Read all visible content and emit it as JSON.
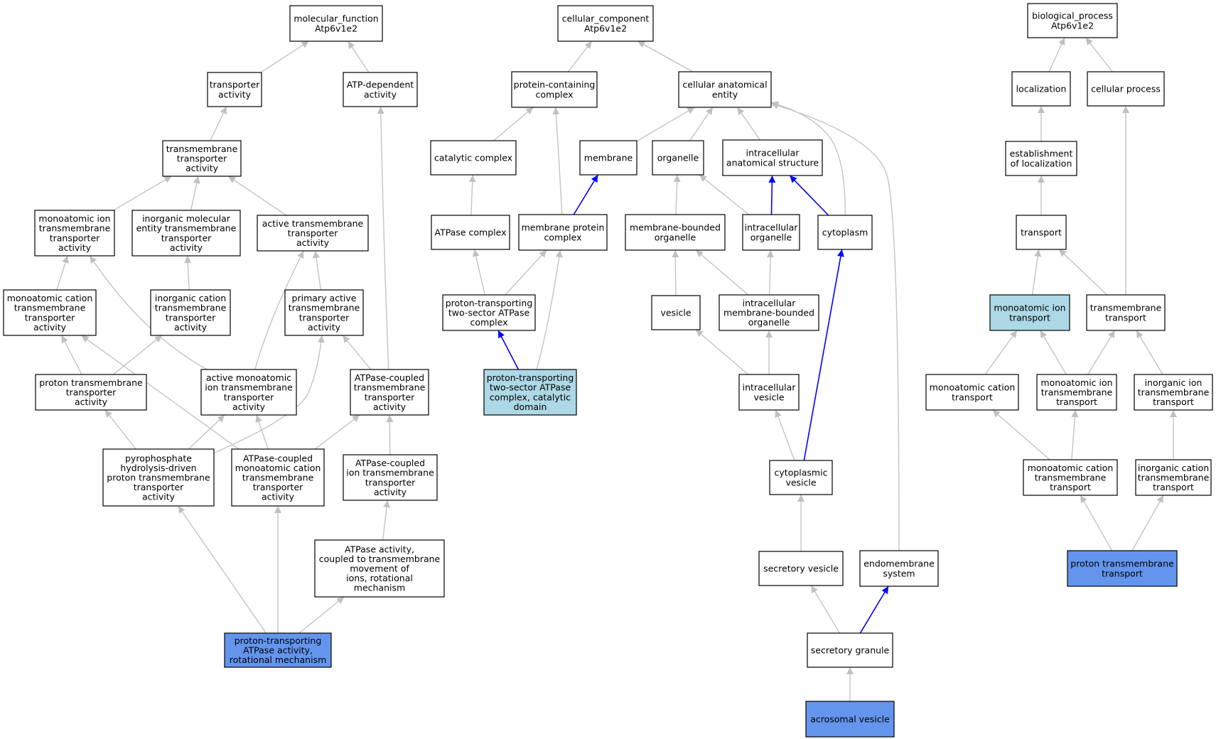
{
  "colors": {
    "background": "#ffffff",
    "node_border": "#000000",
    "edge_gray": "#c0c0c0",
    "edge_blue": "#0000ff",
    "highlight_light": "#add8e6",
    "highlight_strong": "#6495ed"
  },
  "graph": {
    "nodes": [
      {
        "id": "mf",
        "lines": [
          "molecular_function",
          "Atp6v1e2"
        ]
      },
      {
        "id": "mf_transporter",
        "lines": [
          "transporter",
          "activity"
        ]
      },
      {
        "id": "mf_atpdep",
        "lines": [
          "ATP-dependent",
          "activity"
        ]
      },
      {
        "id": "mf_tm_transporter",
        "lines": [
          "transmembrane",
          "transporter",
          "activity"
        ]
      },
      {
        "id": "mf_monoion",
        "lines": [
          "monoatomic ion",
          "transmembrane",
          "transporter",
          "activity"
        ]
      },
      {
        "id": "mf_inorgmol",
        "lines": [
          "inorganic molecular",
          "entity transmembrane",
          "transporter",
          "activity"
        ]
      },
      {
        "id": "mf_active_tm",
        "lines": [
          "active transmembrane",
          "transporter",
          "activity"
        ]
      },
      {
        "id": "mf_monocation",
        "lines": [
          "monoatomic cation",
          "transmembrane",
          "transporter",
          "activity"
        ]
      },
      {
        "id": "mf_inorgcation",
        "lines": [
          "inorganic cation",
          "transmembrane",
          "transporter",
          "activity"
        ]
      },
      {
        "id": "mf_primary_active",
        "lines": [
          "primary active",
          "transmembrane",
          "transporter",
          "activity"
        ]
      },
      {
        "id": "mf_proton_tm",
        "lines": [
          "proton transmembrane",
          "transporter",
          "activity"
        ]
      },
      {
        "id": "mf_active_monoion",
        "lines": [
          "active monoatomic",
          "ion transmembrane",
          "transporter",
          "activity"
        ]
      },
      {
        "id": "mf_atpase_coupled_tm",
        "lines": [
          "ATPase-coupled",
          "transmembrane",
          "transporter",
          "activity"
        ]
      },
      {
        "id": "mf_pyrophosphate",
        "lines": [
          "pyrophosphate",
          "hydrolysis-driven",
          "proton transmembrane",
          "transporter",
          "activity"
        ]
      },
      {
        "id": "mf_atpase_monocation",
        "lines": [
          "ATPase-coupled",
          "monoatomic cation",
          "transmembrane",
          "transporter",
          "activity"
        ]
      },
      {
        "id": "mf_atpase_ion",
        "lines": [
          "ATPase-coupled",
          "ion transmembrane",
          "transporter",
          "activity"
        ]
      },
      {
        "id": "mf_atpase_rot",
        "lines": [
          "ATPase activity,",
          "coupled to transmembrane",
          "movement of",
          "ions, rotational",
          "mechanism"
        ]
      },
      {
        "id": "mf_proton_atpase",
        "lines": [
          "proton-transporting",
          "ATPase activity,",
          "rotational mechanism"
        ],
        "fill": "strong"
      },
      {
        "id": "cc",
        "lines": [
          "cellular_component",
          "Atp6v1e2"
        ]
      },
      {
        "id": "cc_protein_complex",
        "lines": [
          "protein-containing",
          "complex"
        ]
      },
      {
        "id": "cc_anat_entity",
        "lines": [
          "cellular anatomical",
          "entity"
        ]
      },
      {
        "id": "cc_catalytic",
        "lines": [
          "catalytic complex"
        ]
      },
      {
        "id": "cc_membrane",
        "lines": [
          "membrane"
        ]
      },
      {
        "id": "cc_organelle",
        "lines": [
          "organelle"
        ]
      },
      {
        "id": "cc_intra_anat",
        "lines": [
          "intracellular",
          "anatomical structure"
        ]
      },
      {
        "id": "cc_atpase_complex",
        "lines": [
          "ATPase complex"
        ]
      },
      {
        "id": "cc_mem_protein",
        "lines": [
          "membrane protein",
          "complex"
        ]
      },
      {
        "id": "cc_mem_bounded",
        "lines": [
          "membrane-bounded",
          "organelle"
        ]
      },
      {
        "id": "cc_intra_org",
        "lines": [
          "intracellular",
          "organelle"
        ]
      },
      {
        "id": "cc_cytoplasm",
        "lines": [
          "cytoplasm"
        ]
      },
      {
        "id": "cc_proton_two",
        "lines": [
          "proton-transporting",
          "two-sector ATPase",
          "complex"
        ]
      },
      {
        "id": "cc_vesicle",
        "lines": [
          "vesicle"
        ]
      },
      {
        "id": "cc_intra_mem_org",
        "lines": [
          "intracellular",
          "membrane-bounded",
          "organelle"
        ]
      },
      {
        "id": "cc_proton_cat",
        "lines": [
          "proton-transporting",
          "two-sector ATPase",
          "complex, catalytic",
          "domain"
        ],
        "fill": "light"
      },
      {
        "id": "cc_intra_vesicle",
        "lines": [
          "intracellular",
          "vesicle"
        ]
      },
      {
        "id": "cc_cyto_vesicle",
        "lines": [
          "cytoplasmic",
          "vesicle"
        ]
      },
      {
        "id": "cc_secretory_vesicle",
        "lines": [
          "secretory vesicle"
        ]
      },
      {
        "id": "cc_endomembrane",
        "lines": [
          "endomembrane",
          "system"
        ]
      },
      {
        "id": "cc_secretory_granule",
        "lines": [
          "secretory granule"
        ]
      },
      {
        "id": "cc_acrosomal",
        "lines": [
          "acrosomal vesicle"
        ],
        "fill": "strong"
      },
      {
        "id": "bp",
        "lines": [
          "biological_process",
          "Atp6v1e2"
        ]
      },
      {
        "id": "bp_localization",
        "lines": [
          "localization"
        ]
      },
      {
        "id": "bp_cell_process",
        "lines": [
          "cellular process"
        ]
      },
      {
        "id": "bp_establish",
        "lines": [
          "establishment",
          "of localization"
        ]
      },
      {
        "id": "bp_transport",
        "lines": [
          "transport"
        ]
      },
      {
        "id": "bp_monoion_transport",
        "lines": [
          "monoatomic ion",
          "transport"
        ],
        "fill": "light"
      },
      {
        "id": "bp_tm_transport",
        "lines": [
          "transmembrane",
          "transport"
        ]
      },
      {
        "id": "bp_monocation_transport",
        "lines": [
          "monoatomic cation",
          "transport"
        ]
      },
      {
        "id": "bp_monoion_tm",
        "lines": [
          "monoatomic ion",
          "transmembrane",
          "transport"
        ]
      },
      {
        "id": "bp_inorgion_tm",
        "lines": [
          "inorganic ion",
          "transmembrane",
          "transport"
        ]
      },
      {
        "id": "bp_monocation_tm",
        "lines": [
          "monoatomic cation",
          "transmembrane",
          "transport"
        ]
      },
      {
        "id": "bp_inorgcation_tm",
        "lines": [
          "inorganic cation",
          "transmembrane",
          "transport"
        ]
      },
      {
        "id": "bp_proton_tm",
        "lines": [
          "proton transmembrane",
          "transport"
        ],
        "fill": "strong"
      }
    ],
    "edges": [
      {
        "from": "mf_transporter",
        "to": "mf",
        "color": "gray"
      },
      {
        "from": "mf_atpdep",
        "to": "mf",
        "color": "gray"
      },
      {
        "from": "mf_tm_transporter",
        "to": "mf_transporter",
        "color": "gray"
      },
      {
        "from": "mf_monoion",
        "to": "mf_tm_transporter",
        "color": "gray"
      },
      {
        "from": "mf_inorgmol",
        "to": "mf_tm_transporter",
        "color": "gray"
      },
      {
        "from": "mf_active_tm",
        "to": "mf_tm_transporter",
        "color": "gray"
      },
      {
        "from": "mf_monocation",
        "to": "mf_monoion",
        "color": "gray"
      },
      {
        "from": "mf_inorgcation",
        "to": "mf_inorgmol",
        "color": "gray"
      },
      {
        "from": "mf_primary_active",
        "to": "mf_active_tm",
        "color": "gray"
      },
      {
        "from": "mf_proton_tm",
        "to": "mf_monocation",
        "color": "gray"
      },
      {
        "from": "mf_proton_tm",
        "to": "mf_inorgcation",
        "color": "gray"
      },
      {
        "from": "mf_active_monoion",
        "to": "mf_monoion",
        "color": "gray"
      },
      {
        "from": "mf_active_monoion",
        "to": "mf_active_tm",
        "color": "gray"
      },
      {
        "from": "mf_atpase_coupled_tm",
        "to": "mf_primary_active",
        "color": "gray"
      },
      {
        "from": "mf_atpase_coupled_tm",
        "to": "mf_atpdep",
        "color": "gray"
      },
      {
        "from": "mf_pyrophosphate",
        "to": "mf_proton_tm",
        "color": "gray"
      },
      {
        "from": "mf_pyrophosphate",
        "to": "mf_active_monoion",
        "color": "gray"
      },
      {
        "from": "mf_pyrophosphate",
        "to": "mf_primary_active",
        "color": "gray"
      },
      {
        "from": "mf_atpase_monocation",
        "to": "mf_monocation",
        "color": "gray"
      },
      {
        "from": "mf_atpase_monocation",
        "to": "mf_active_monoion",
        "color": "gray"
      },
      {
        "from": "mf_atpase_monocation",
        "to": "mf_atpase_coupled_tm",
        "color": "gray"
      },
      {
        "from": "mf_atpase_ion",
        "to": "mf_atpase_coupled_tm",
        "color": "gray"
      },
      {
        "from": "mf_atpase_rot",
        "to": "mf_atpase_ion",
        "color": "gray"
      },
      {
        "from": "mf_proton_atpase",
        "to": "mf_pyrophosphate",
        "color": "gray"
      },
      {
        "from": "mf_proton_atpase",
        "to": "mf_atpase_monocation",
        "color": "gray"
      },
      {
        "from": "mf_proton_atpase",
        "to": "mf_atpase_rot",
        "color": "gray"
      },
      {
        "from": "cc_protein_complex",
        "to": "cc",
        "color": "gray"
      },
      {
        "from": "cc_anat_entity",
        "to": "cc",
        "color": "gray"
      },
      {
        "from": "cc_catalytic",
        "to": "cc_protein_complex",
        "color": "gray"
      },
      {
        "from": "cc_mem_protein",
        "to": "cc_protein_complex",
        "color": "gray"
      },
      {
        "from": "cc_membrane",
        "to": "cc_anat_entity",
        "color": "gray"
      },
      {
        "from": "cc_organelle",
        "to": "cc_anat_entity",
        "color": "gray"
      },
      {
        "from": "cc_intra_anat",
        "to": "cc_anat_entity",
        "color": "gray"
      },
      {
        "from": "cc_cytoplasm",
        "to": "cc_anat_entity",
        "color": "gray"
      },
      {
        "from": "cc_endomembrane",
        "to": "cc_anat_entity",
        "color": "gray"
      },
      {
        "from": "cc_atpase_complex",
        "to": "cc_catalytic",
        "color": "gray"
      },
      {
        "from": "cc_mem_protein",
        "to": "cc_membrane",
        "color": "blue"
      },
      {
        "from": "cc_mem_bounded",
        "to": "cc_organelle",
        "color": "gray"
      },
      {
        "from": "cc_intra_org",
        "to": "cc_organelle",
        "color": "gray"
      },
      {
        "from": "cc_intra_org",
        "to": "cc_intra_anat",
        "color": "blue"
      },
      {
        "from": "cc_cytoplasm",
        "to": "cc_intra_anat",
        "color": "blue"
      },
      {
        "from": "cc_proton_two",
        "to": "cc_atpase_complex",
        "color": "gray"
      },
      {
        "from": "cc_proton_two",
        "to": "cc_mem_protein",
        "color": "gray"
      },
      {
        "from": "cc_vesicle",
        "to": "cc_mem_bounded",
        "color": "gray"
      },
      {
        "from": "cc_intra_mem_org",
        "to": "cc_mem_bounded",
        "color": "gray"
      },
      {
        "from": "cc_intra_mem_org",
        "to": "cc_intra_org",
        "color": "gray"
      },
      {
        "from": "cc_proton_cat",
        "to": "cc_proton_two",
        "color": "blue"
      },
      {
        "from": "cc_proton_cat",
        "to": "cc_mem_protein",
        "color": "gray"
      },
      {
        "from": "cc_intra_vesicle",
        "to": "cc_vesicle",
        "color": "gray"
      },
      {
        "from": "cc_intra_vesicle",
        "to": "cc_intra_mem_org",
        "color": "gray"
      },
      {
        "from": "cc_cyto_vesicle",
        "to": "cc_intra_vesicle",
        "color": "gray"
      },
      {
        "from": "cc_cyto_vesicle",
        "to": "cc_cytoplasm",
        "color": "blue"
      },
      {
        "from": "cc_secretory_vesicle",
        "to": "cc_cyto_vesicle",
        "color": "gray"
      },
      {
        "from": "cc_secretory_granule",
        "to": "cc_secretory_vesicle",
        "color": "gray"
      },
      {
        "from": "cc_secretory_granule",
        "to": "cc_endomembrane",
        "color": "blue"
      },
      {
        "from": "cc_acrosomal",
        "to": "cc_secretory_granule",
        "color": "gray"
      },
      {
        "from": "bp_localization",
        "to": "bp",
        "color": "gray"
      },
      {
        "from": "bp_cell_process",
        "to": "bp",
        "color": "gray"
      },
      {
        "from": "bp_establish",
        "to": "bp_localization",
        "color": "gray"
      },
      {
        "from": "bp_transport",
        "to": "bp_establish",
        "color": "gray"
      },
      {
        "from": "bp_monoion_transport",
        "to": "bp_transport",
        "color": "gray"
      },
      {
        "from": "bp_tm_transport",
        "to": "bp_transport",
        "color": "gray"
      },
      {
        "from": "bp_tm_transport",
        "to": "bp_cell_process",
        "color": "gray"
      },
      {
        "from": "bp_monocation_transport",
        "to": "bp_monoion_transport",
        "color": "gray"
      },
      {
        "from": "bp_monoion_tm",
        "to": "bp_monoion_transport",
        "color": "gray"
      },
      {
        "from": "bp_monoion_tm",
        "to": "bp_tm_transport",
        "color": "gray"
      },
      {
        "from": "bp_inorgion_tm",
        "to": "bp_tm_transport",
        "color": "gray"
      },
      {
        "from": "bp_monocation_tm",
        "to": "bp_monocation_transport",
        "color": "gray"
      },
      {
        "from": "bp_monocation_tm",
        "to": "bp_monoion_tm",
        "color": "gray"
      },
      {
        "from": "bp_inorgcation_tm",
        "to": "bp_inorgion_tm",
        "color": "gray"
      },
      {
        "from": "bp_proton_tm",
        "to": "bp_monocation_tm",
        "color": "gray"
      },
      {
        "from": "bp_proton_tm",
        "to": "bp_inorgcation_tm",
        "color": "gray"
      }
    ]
  }
}
